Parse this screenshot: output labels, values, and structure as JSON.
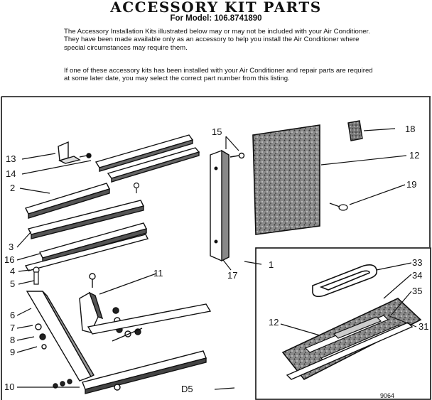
{
  "header": {
    "title": "ACCESSORY KIT PARTS",
    "model": "For Model: 106.8741890",
    "paragraph1": "The Accessory Installation Kits illustrated below may or may not be included with your Air Conditioner. They have been made available only as an accessory to help you install the Air Conditioner where special circumstances may require them.",
    "paragraph2": "If one of these accessory kits has been installed with your Air Conditioner and repair parts are required at some later date, you may select the correct part number from this listing."
  },
  "diagram": {
    "callouts": [
      "13",
      "14",
      "2",
      "3",
      "16",
      "4",
      "5",
      "6",
      "7",
      "8",
      "9",
      "10",
      "11",
      "15",
      "17",
      "18",
      "12",
      "19",
      "1",
      "33",
      "34",
      "35",
      "12",
      "31"
    ],
    "kit_code": "D5",
    "figure_number": "9064"
  }
}
